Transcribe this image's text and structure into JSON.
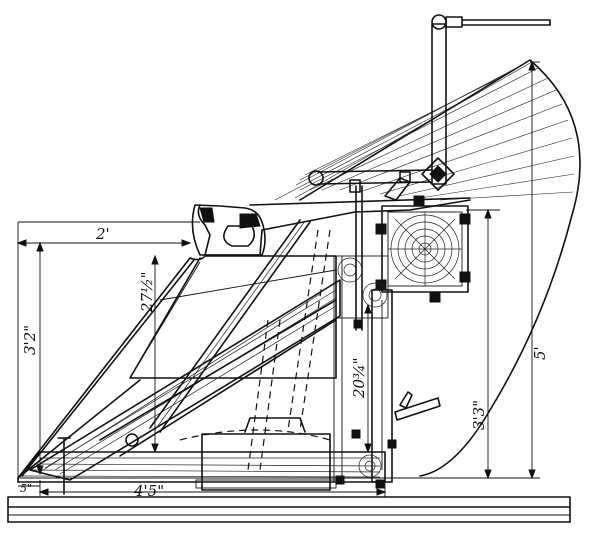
{
  "dimensions": {
    "width_top": "2'",
    "height_left": "3'2\"",
    "wing_height": "27½\"",
    "post_height": "20¾\"",
    "height_right": "3'3\"",
    "overall_height": "5'",
    "base_length": "4'5\"",
    "foot_offset": "5\""
  }
}
